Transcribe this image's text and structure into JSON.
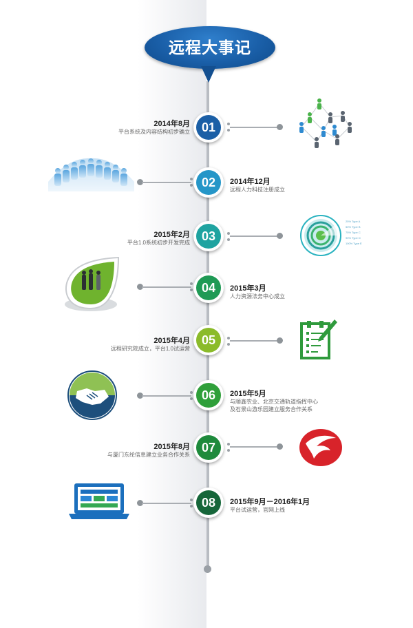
{
  "title": "远程大事记",
  "events": [
    {
      "num": "01",
      "date": "2014年8月",
      "desc": [
        "平台系统及内容结构初步确立"
      ],
      "color": "#1b5fa6",
      "icon": "network-people-icon"
    },
    {
      "num": "02",
      "date": "2014年12月",
      "desc": [
        "远程人力科技注册成立"
      ],
      "color": "#2596c8",
      "icon": "crowd-icon"
    },
    {
      "num": "03",
      "date": "2015年2月",
      "desc": [
        "平台1.0系统初步开发完成"
      ],
      "color": "#1fa3a0",
      "icon": "radar-chart-icon",
      "legend": [
        "25% Type A",
        "50% Type B",
        "75% Type C",
        "90% Type D",
        "100% Type E"
      ]
    },
    {
      "num": "04",
      "date": "2015年3月",
      "desc": [
        "人力资源法务中心成立"
      ],
      "color": "#1f9a55",
      "icon": "business-team-icon"
    },
    {
      "num": "05",
      "date": "2015年4月",
      "desc": [
        "远程研究院成立，平台1.0试运营"
      ],
      "color": "#8bbb2a",
      "icon": "checklist-icon"
    },
    {
      "num": "06",
      "date": "2015年5月",
      "desc": [
        "与顺鑫农业、北京交通轨道指挥中心",
        "及石景山游乐园建立服务合作关系"
      ],
      "color": "#2f9f3a",
      "icon": "handshake-icon"
    },
    {
      "num": "07",
      "date": "2015年8月",
      "desc": [
        "与厦门东纶信息建立业务合作关系"
      ],
      "color": "#1e8a3c",
      "icon": "partner-logo-icon"
    },
    {
      "num": "08",
      "date": "2015年9月－2016年1月",
      "desc": [
        "平台试运营，官网上线"
      ],
      "color": "#16663a",
      "icon": "laptop-icon"
    }
  ]
}
